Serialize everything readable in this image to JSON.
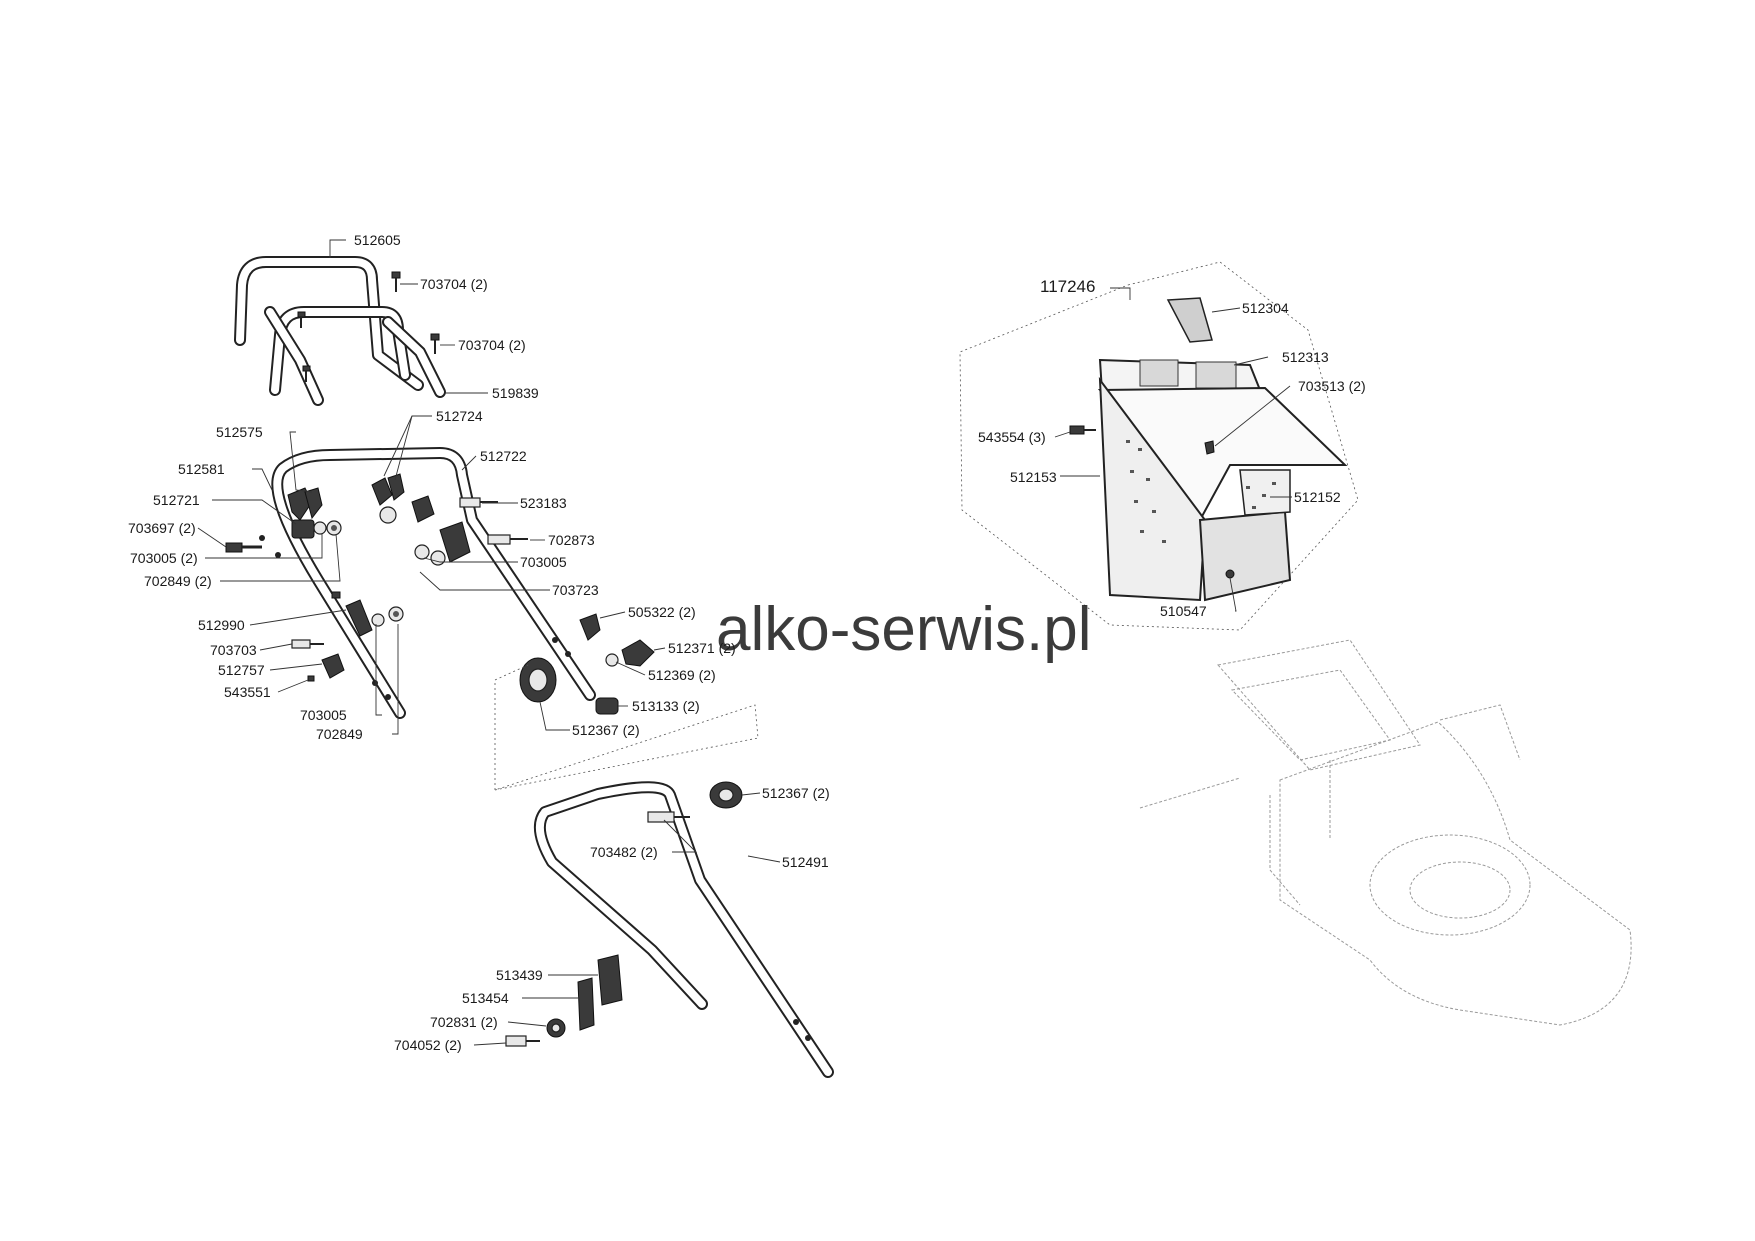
{
  "watermark": "alko-serwis.pl",
  "assembly_number": "117246",
  "part_labels": [
    "512605",
    "703704 (2)",
    "703704 (2)",
    "519839",
    "512724",
    "512575",
    "512722",
    "512581",
    "512721",
    "523183",
    "703697 (2)",
    "702873",
    "703005 (2)",
    "703005",
    "702849 (2)",
    "703723",
    "505322 (2)",
    "512990",
    "703703",
    "512371 (2)",
    "512757",
    "512369 (2)",
    "543551",
    "513133 (2)",
    "703005",
    "702849",
    "512367 (2)",
    "512367 (2)",
    "703482 (2)",
    "512491",
    "513439",
    "513454",
    "702831 (2)",
    "704052 (2)",
    "512304",
    "512313",
    "703513 (2)",
    "543554 (3)",
    "512153",
    "512152",
    "510547"
  ],
  "icons": {
    "upper_handle": "upper-handle-bar-icon",
    "middle_handle": "middle-handle-bar-icon",
    "lower_handle": "lower-handle-bar-icon",
    "grass_box": "grass-catcher-icon",
    "mower_outline": "mower-deck-outline-icon"
  }
}
